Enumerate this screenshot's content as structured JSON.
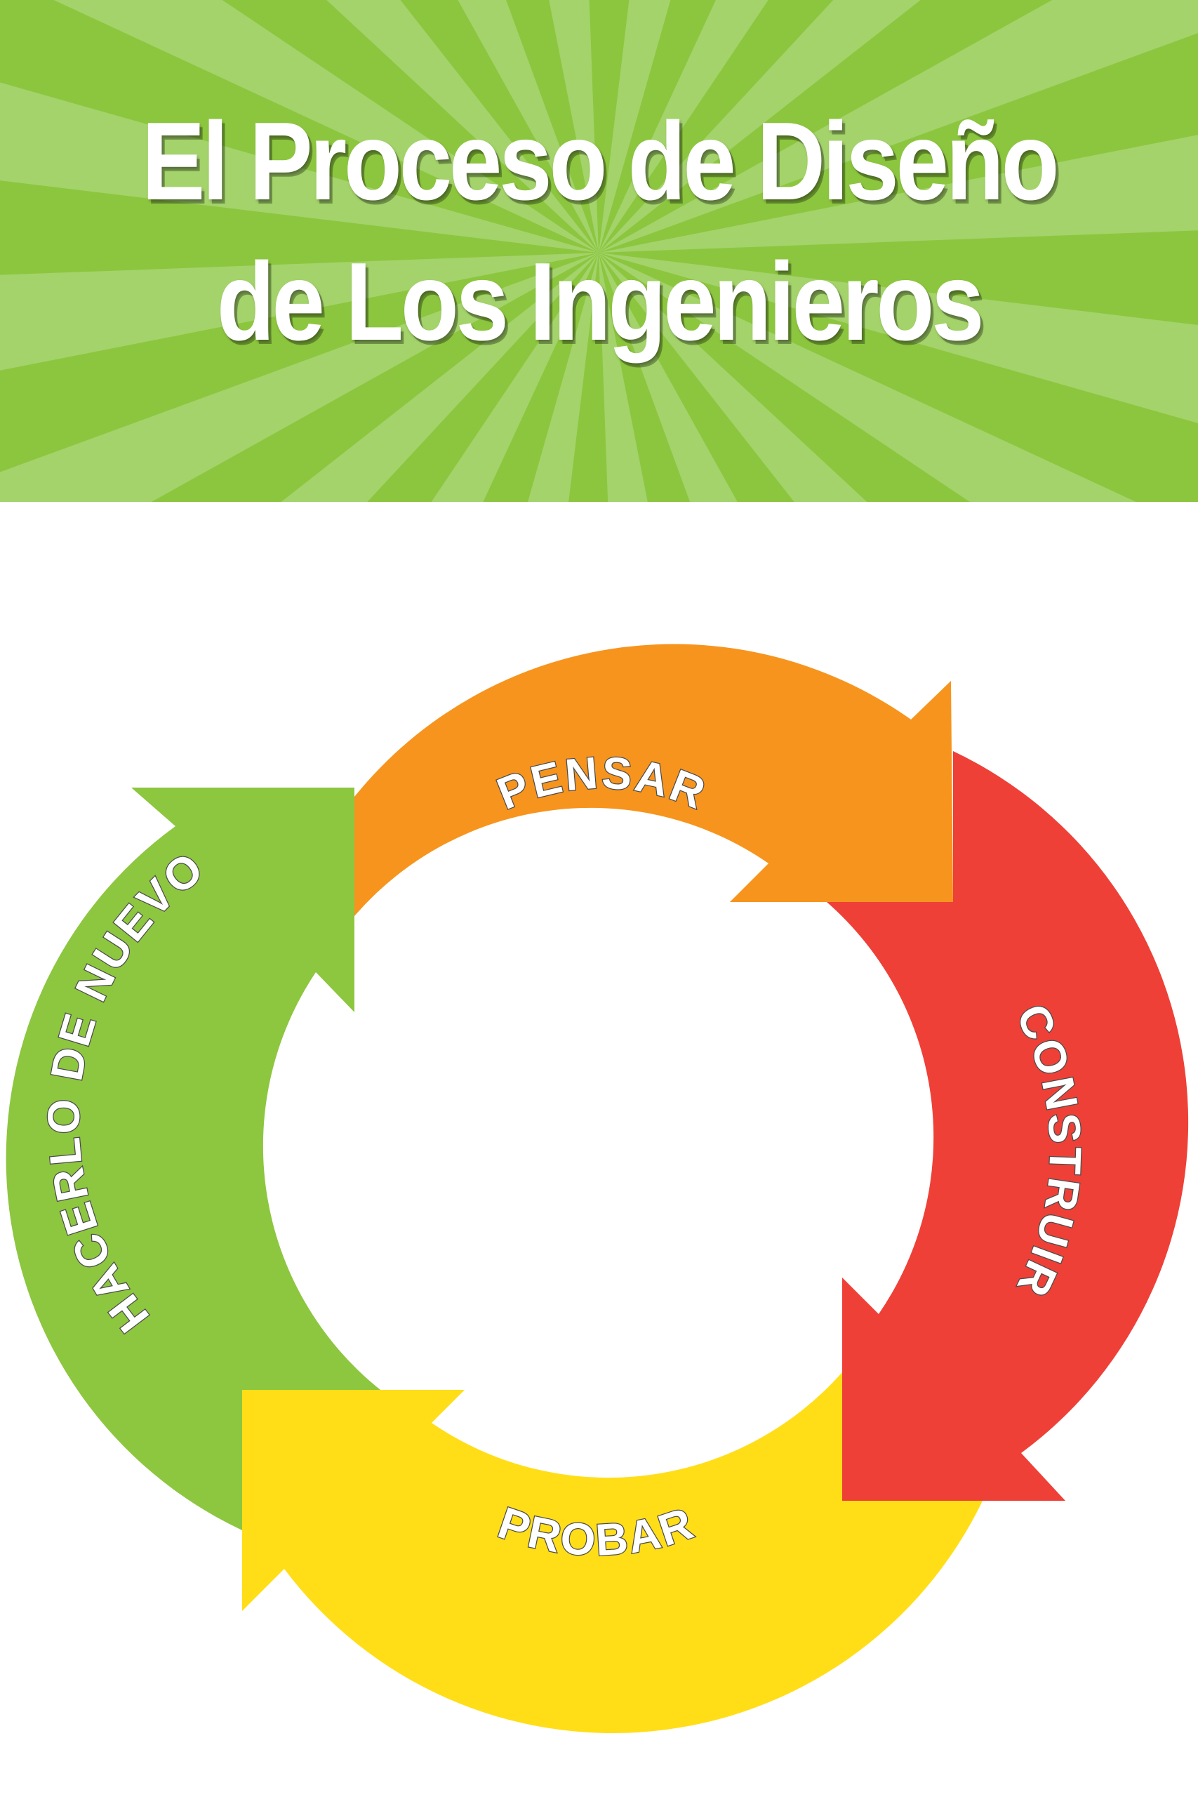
{
  "title": {
    "line1": "El Proceso de Diseño",
    "line2": "de Los Ingenieros"
  },
  "colors": {
    "header_base": "#8cc63f",
    "header_ray": "#a3d36a",
    "pensar": "#f7941d",
    "construir": "#ee4037",
    "probar": "#ffde17",
    "hacerlo_de_nuevo": "#8dc63f"
  },
  "cycle": {
    "stages": [
      {
        "id": "pensar",
        "label": "PENSAR"
      },
      {
        "id": "construir",
        "label": "CONSTRUIR"
      },
      {
        "id": "probar",
        "label": "PROBAR"
      },
      {
        "id": "hacerlo-de-nuevo",
        "label": "HACERLO DE NUEVO"
      }
    ]
  }
}
